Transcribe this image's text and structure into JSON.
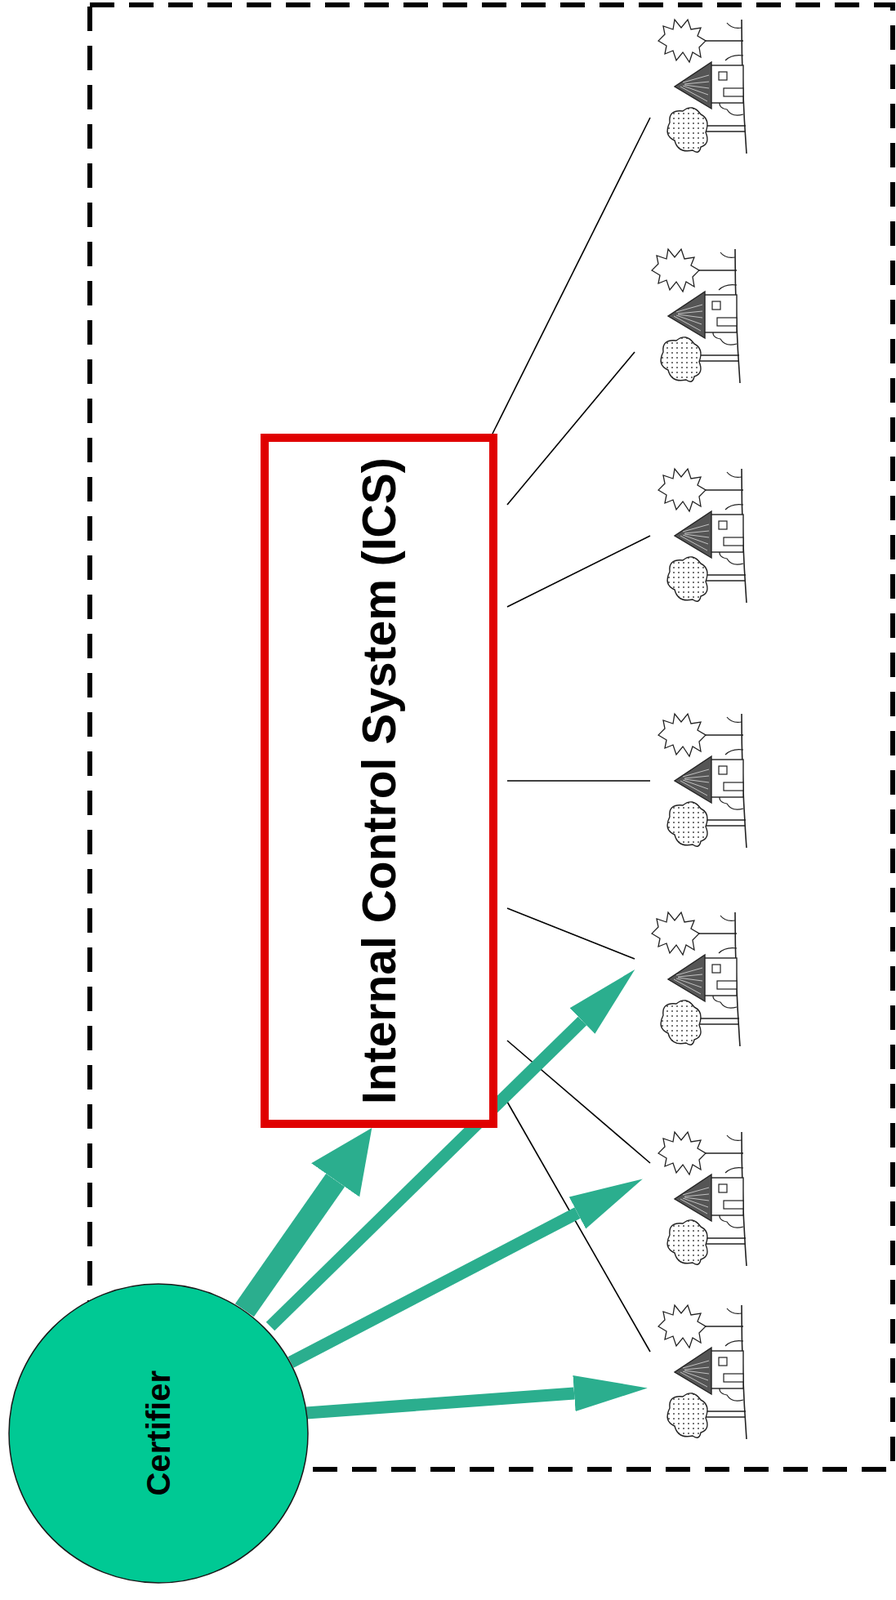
{
  "diagram": {
    "nodes": [
      {
        "text": [
          "Internal Control System (ICS)"
        ]
      },
      {
        "text": [
          "Certifier"
        ]
      }
    ],
    "edges": [
      {
        "from": 1,
        "to": 0,
        "arrow": "to"
      }
    ]
  }
}
